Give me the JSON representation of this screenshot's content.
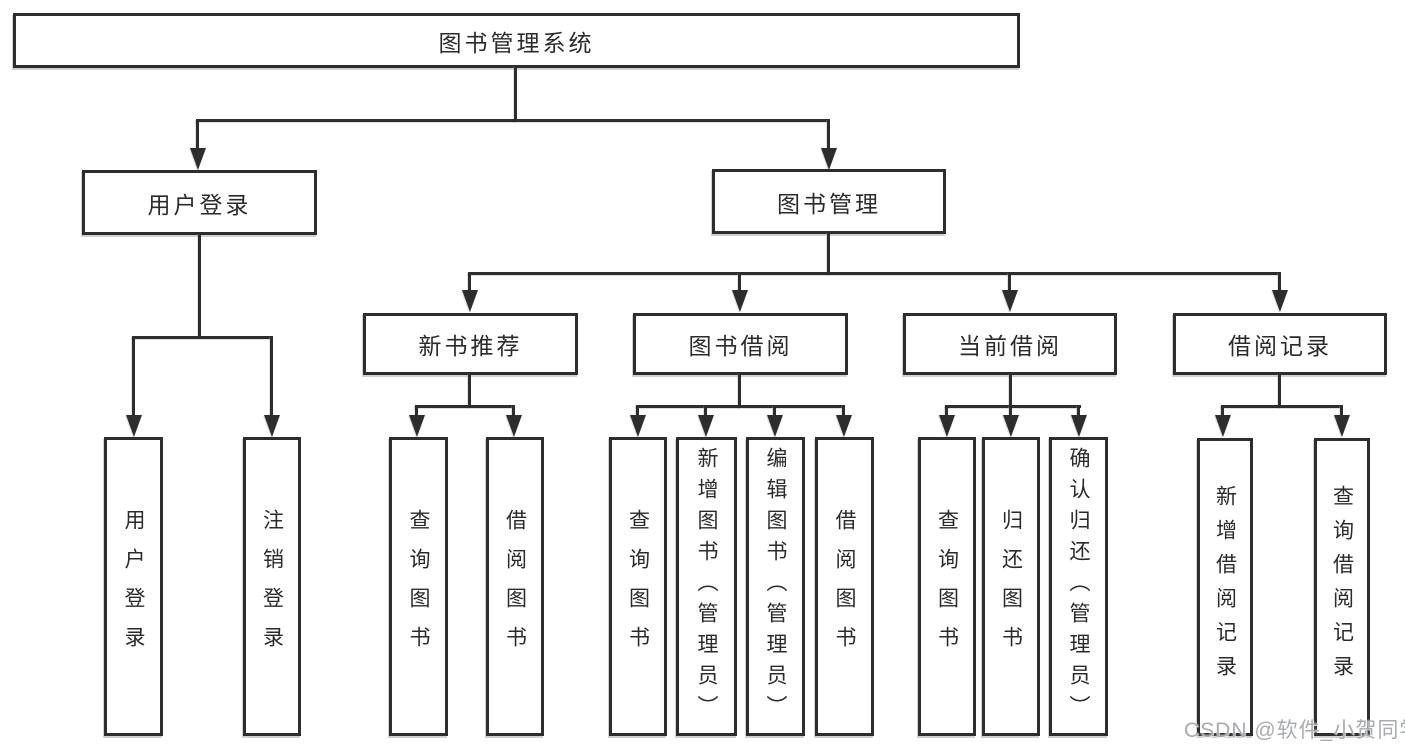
{
  "nodes": {
    "root": {
      "label": "图书管理系统"
    },
    "level2": [
      {
        "label": "用户登录"
      },
      {
        "label": "图书管理"
      }
    ],
    "level3": [
      {
        "label": "新书推荐"
      },
      {
        "label": "图书借阅"
      },
      {
        "label": "当前借阅"
      },
      {
        "label": "借阅记录"
      }
    ],
    "leaves": {
      "user_login": [
        {
          "label": "用户登录"
        },
        {
          "label": "注销登录"
        }
      ],
      "new_book_recommend": [
        {
          "label": "查询图书"
        },
        {
          "label": "借阅图书"
        }
      ],
      "book_borrow": [
        {
          "label": "查询图书"
        },
        {
          "label": "新增图书（管理员）"
        },
        {
          "label": "编辑图书（管理员）"
        },
        {
          "label": "借阅图书"
        }
      ],
      "current_borrow": [
        {
          "label": "查询图书"
        },
        {
          "label": "归还图书"
        },
        {
          "label": "确认归还（管理员）"
        }
      ],
      "borrow_records": [
        {
          "label": "新增借阅记录"
        },
        {
          "label": "查询借阅记录"
        }
      ]
    }
  },
  "watermark": {
    "text": "CSDN @软件_小贺同学"
  },
  "colors": {
    "line": "#2d2d2d",
    "text": "#2b2b2b",
    "background": "#ffffff",
    "watermark": "#a8abaf"
  }
}
